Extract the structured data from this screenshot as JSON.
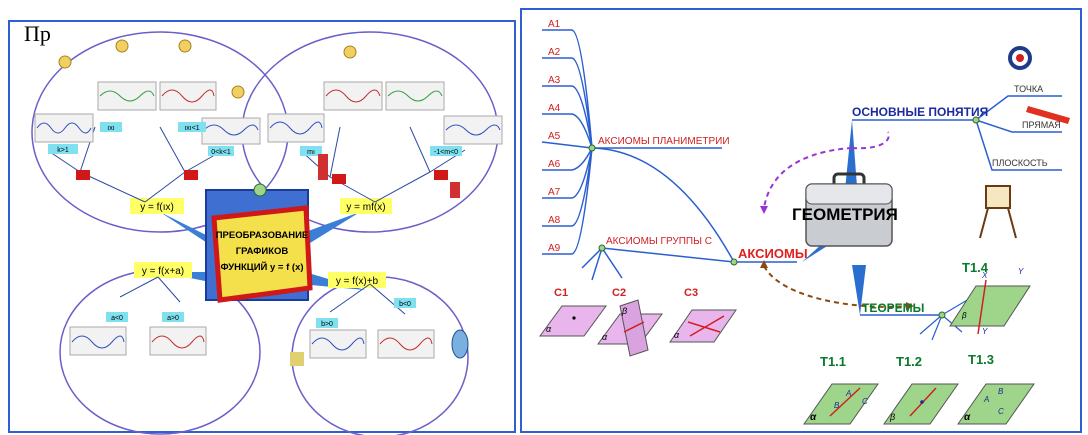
{
  "left": {
    "top_text": "Пр",
    "center_lines": [
      "ПРЕОБРАЗОВАНИЕ",
      "ГРАФИКОВ",
      "ФУНКЦИЙ у = f (х)"
    ],
    "branches": [
      "y = f(ıx)",
      "y = mf(x)",
      "y = f(x+a)",
      "y = f(x)+b"
    ],
    "small_labels": [
      "ıxı",
      "ıxı<1",
      "mı",
      "-1<m<0",
      "a<0",
      "a>0",
      "b>0",
      "b<0",
      "k>1",
      "0<k<1"
    ]
  },
  "right": {
    "axioms_left": [
      "A1",
      "A2",
      "A3",
      "A4",
      "A5",
      "A6",
      "A7",
      "A8",
      "A9"
    ],
    "planimetry": "АКСИОМЫ ПЛАНИМЕТРИИ",
    "group_c": "АКСИОМЫ ГРУППЫ С",
    "axioms": "АКСИОМЫ",
    "geometry": "ГЕОМЕТРИЯ",
    "basic": "ОСНОВНЫЕ ПОНЯТИЯ",
    "concepts": [
      "ТОЧКА",
      "ПРЯМАЯ",
      "ПЛОСКОСТЬ"
    ],
    "theorems": "ТЕОРЕМЫ",
    "c_labels": [
      "C1",
      "C2",
      "C3"
    ],
    "t_labels": [
      "T1.1",
      "T1.2",
      "T1.3",
      "T1.4"
    ],
    "plane_letters": {
      "alpha": "α",
      "beta": "β",
      "A": "A",
      "B": "B",
      "C": "C",
      "X": "X",
      "Y": "Y"
    }
  },
  "colors": {
    "frame": "#2f5fd0",
    "branch": "#3a7fd5",
    "red": "#e02020",
    "navy": "#1a2aa0",
    "green": "#0a7a2a",
    "plane_pink": "#e8b6ec",
    "plane_green": "#9fd58a"
  }
}
